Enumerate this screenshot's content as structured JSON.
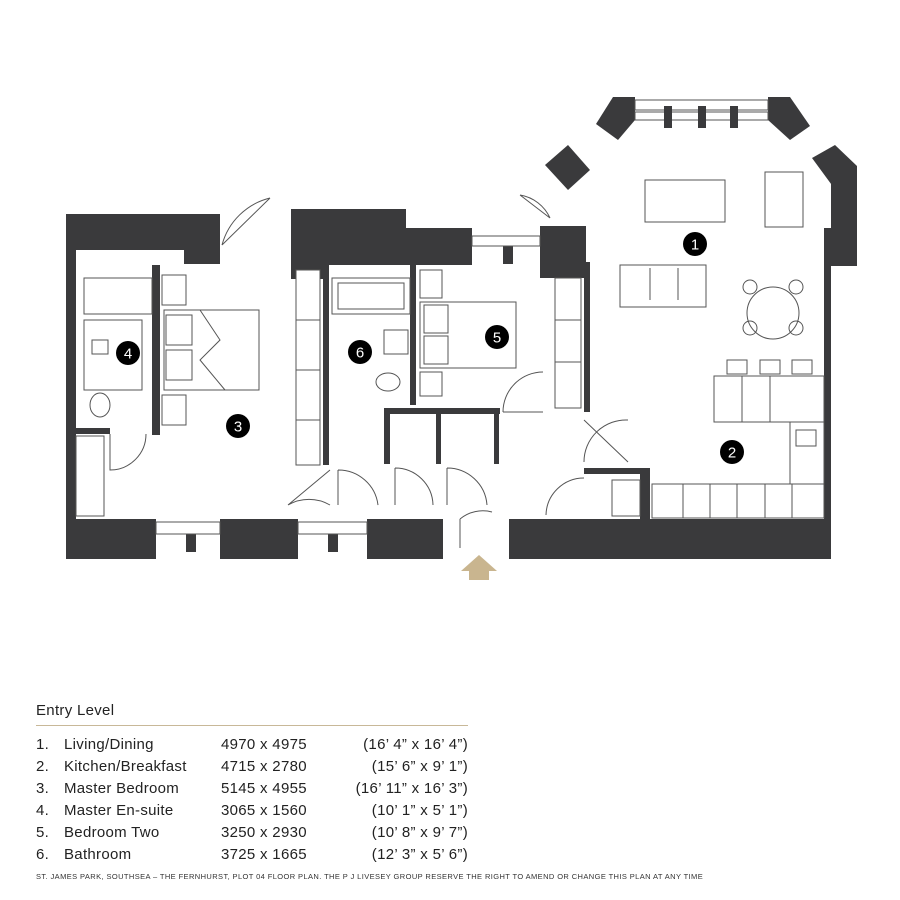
{
  "colors": {
    "wall": "#3a3a3c",
    "accent": "#c8b898",
    "entry_arrow": "#c9b58f",
    "text": "#222222"
  },
  "room_markers": [
    {
      "number": "1",
      "room": "Living/Dining"
    },
    {
      "number": "2",
      "room": "Kitchen/Breakfast"
    },
    {
      "number": "3",
      "room": "Master Bedroom"
    },
    {
      "number": "4",
      "room": "Master En-suite"
    },
    {
      "number": "5",
      "room": "Bedroom Two"
    },
    {
      "number": "6",
      "room": "Bathroom"
    }
  ],
  "entrance_icon": "up-arrow-icon",
  "legend": {
    "title": "Entry Level",
    "rooms": [
      {
        "index": "1.",
        "name": "Living/Dining",
        "metric": "4970  x  4975",
        "imperial": "(16’ 4”  x  16’ 4”)"
      },
      {
        "index": "2.",
        "name": "Kitchen/Breakfast",
        "metric": "4715  x  2780",
        "imperial": "(15’ 6”  x  9’ 1”)"
      },
      {
        "index": "3.",
        "name": "Master Bedroom",
        "metric": "5145  x  4955",
        "imperial": "(16’ 11”  x  16’ 3”)"
      },
      {
        "index": "4.",
        "name": "Master En-suite",
        "metric": "3065  x  1560",
        "imperial": "(10’ 1”  x  5’ 1”)"
      },
      {
        "index": "5.",
        "name": "Bedroom Two",
        "metric": "3250  x  2930",
        "imperial": "(10’ 8”  x  9’ 7”)"
      },
      {
        "index": "6.",
        "name": "Bathroom",
        "metric": "3725  x  1665",
        "imperial": "(12’ 3”  x  5’ 6”)"
      }
    ]
  },
  "disclaimer": "ST. JAMES PARK, SOUTHSEA – THE FERNHURST, PLOT 04 FLOOR PLAN. THE P J LIVESEY GROUP RESERVE THE RIGHT TO AMEND OR CHANGE THIS PLAN AT ANY TIME"
}
